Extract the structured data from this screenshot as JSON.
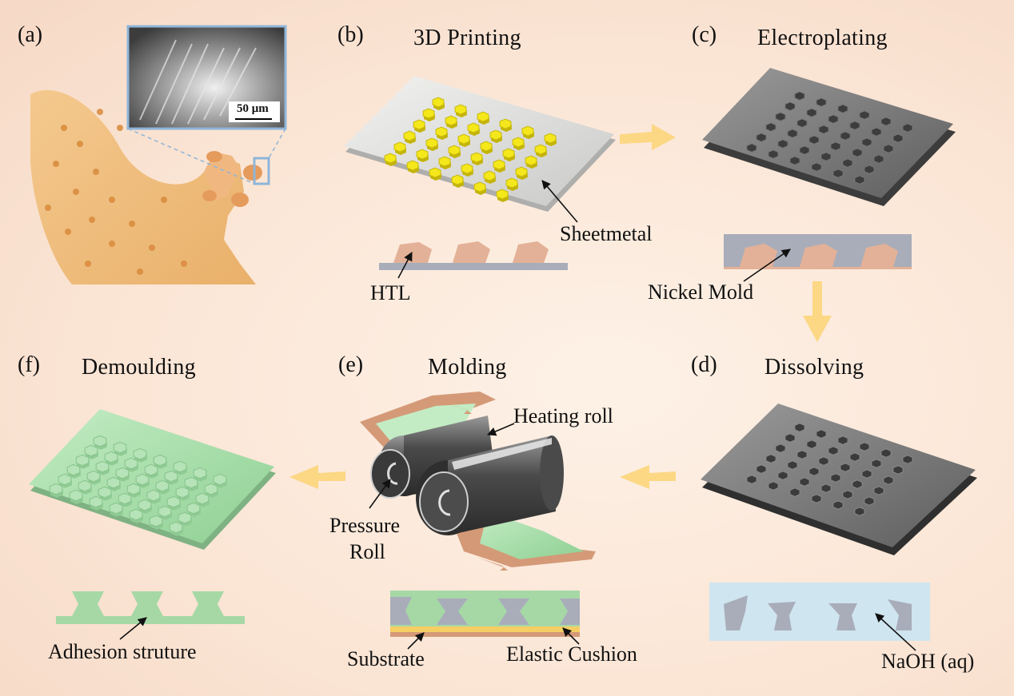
{
  "panels": {
    "a": {
      "letter": "(a)",
      "scale_label": "50 μm"
    },
    "b": {
      "letter": "(b)",
      "title": "3D Printing",
      "label_sheet": "Sheetmetal",
      "label_htl": "HTL"
    },
    "c": {
      "letter": "(c)",
      "title": "Electroplating",
      "label_mold": "Nickel Mold"
    },
    "d": {
      "letter": "(d)",
      "title": "Dissolving",
      "label_naoh": "NaOH (aq)"
    },
    "e": {
      "letter": "(e)",
      "title": "Molding",
      "label_heating": "Heating roll",
      "label_pressure_1": "Pressure",
      "label_pressure_2": "Roll",
      "label_substrate": "Substrate",
      "label_cushion": "Elastic Cushion"
    },
    "f": {
      "letter": "(f)",
      "title": "Demoulding",
      "label_adhesion": "Adhesion struture"
    }
  },
  "colors": {
    "background": "#fbe6d6",
    "arrow": "#fcd57a",
    "htl": "#e3b197",
    "nickel": "#a9adba",
    "pdms_green": "#a6d8a6",
    "yellow_pillar": "#f2e31a",
    "naoh_bath": "#cfe5ef",
    "copper": "#d49a78"
  }
}
